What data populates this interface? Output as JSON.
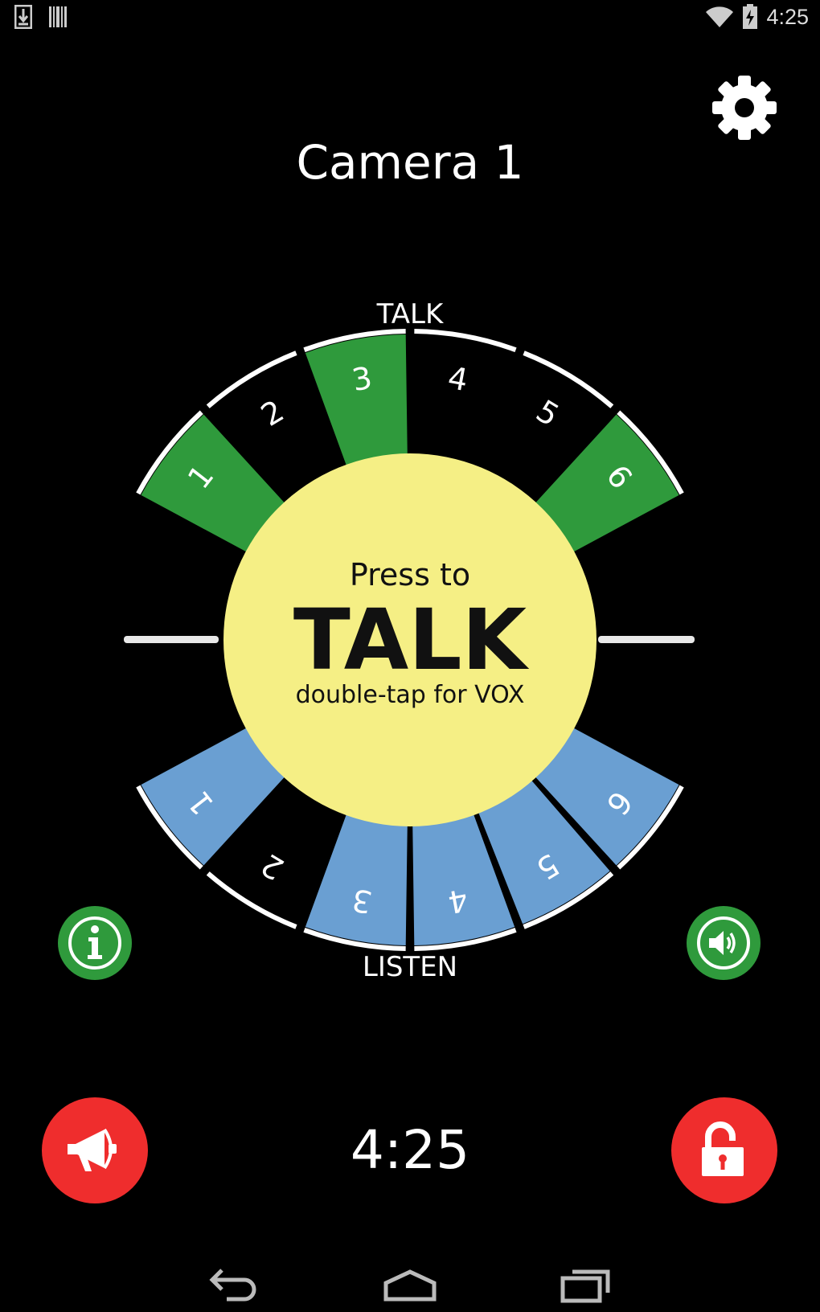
{
  "status_bar": {
    "time": "4:25",
    "left_icons": [
      "download-icon",
      "barcode-icon"
    ],
    "right_icons": [
      "wifi-icon",
      "battery-charging-icon"
    ]
  },
  "header": {
    "title": "Camera 1",
    "settings_icon": "gear-icon"
  },
  "dial": {
    "talk_label": "TALK",
    "listen_label": "LISTEN",
    "center": {
      "line1": "Press to",
      "line2": "TALK",
      "line3": "double-tap for VOX",
      "color": "#f5ef85"
    },
    "talk_channels": [
      {
        "label": "1",
        "active": true
      },
      {
        "label": "2",
        "active": false
      },
      {
        "label": "3",
        "active": true
      },
      {
        "label": "4",
        "active": false
      },
      {
        "label": "5",
        "active": false
      },
      {
        "label": "6",
        "active": true
      }
    ],
    "listen_channels": [
      {
        "label": "1",
        "active": true
      },
      {
        "label": "2",
        "active": false
      },
      {
        "label": "3",
        "active": true
      },
      {
        "label": "4",
        "active": true
      },
      {
        "label": "5",
        "active": true
      },
      {
        "label": "6",
        "active": true
      }
    ],
    "colors": {
      "talk_active": "#2f9a3c",
      "listen_active": "#6a9fd2",
      "inactive": "#000000"
    }
  },
  "controls": {
    "info_icon": "info-icon",
    "speaker_icon": "speaker-icon",
    "megaphone_icon": "megaphone-icon",
    "unlock_icon": "unlock-icon",
    "clock": "4:25"
  },
  "nav_bar": {
    "back_icon": "back-icon",
    "home_icon": "home-icon",
    "recents_icon": "recents-icon"
  }
}
